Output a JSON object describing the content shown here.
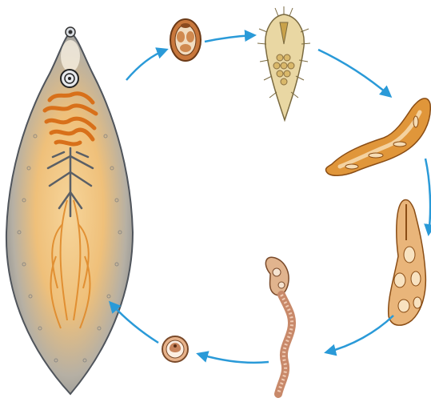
{
  "diagram": {
    "type": "life-cycle",
    "stages": [
      {
        "name": "adult-fluke"
      },
      {
        "name": "egg"
      },
      {
        "name": "miracidium"
      },
      {
        "name": "sporocyst"
      },
      {
        "name": "redia"
      },
      {
        "name": "cercaria"
      },
      {
        "name": "metacercaria"
      }
    ],
    "colors": {
      "arrow": "#2a9ad8",
      "adult_outline": "#5a5f66",
      "adult_fill": "#8d939b",
      "adult_center": "#f1ca8c",
      "uterus": "#e07a1e",
      "larva_orange": "#d98a3a",
      "larva_light": "#f2c78a",
      "miracidium_fill": "#e9d7a3",
      "cercaria_tail": "#d6a084"
    }
  }
}
